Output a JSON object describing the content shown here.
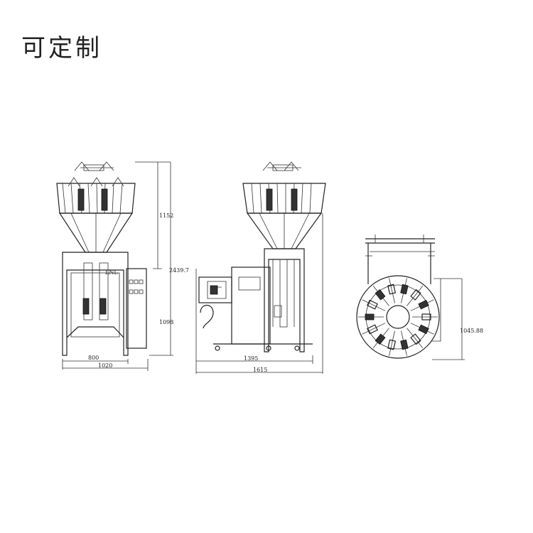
{
  "title": "可定制",
  "drawing": {
    "front_view": {
      "dim_height_top": "1152",
      "dim_height_total": "2439.7",
      "dim_height_lower": "1098",
      "dim_width_inner": "800",
      "dim_width_outer": "1020"
    },
    "side_view": {
      "dim_width_inner": "1395",
      "dim_width_outer": "1615"
    },
    "top_view": {
      "dim_diameter": "1045.88"
    }
  }
}
